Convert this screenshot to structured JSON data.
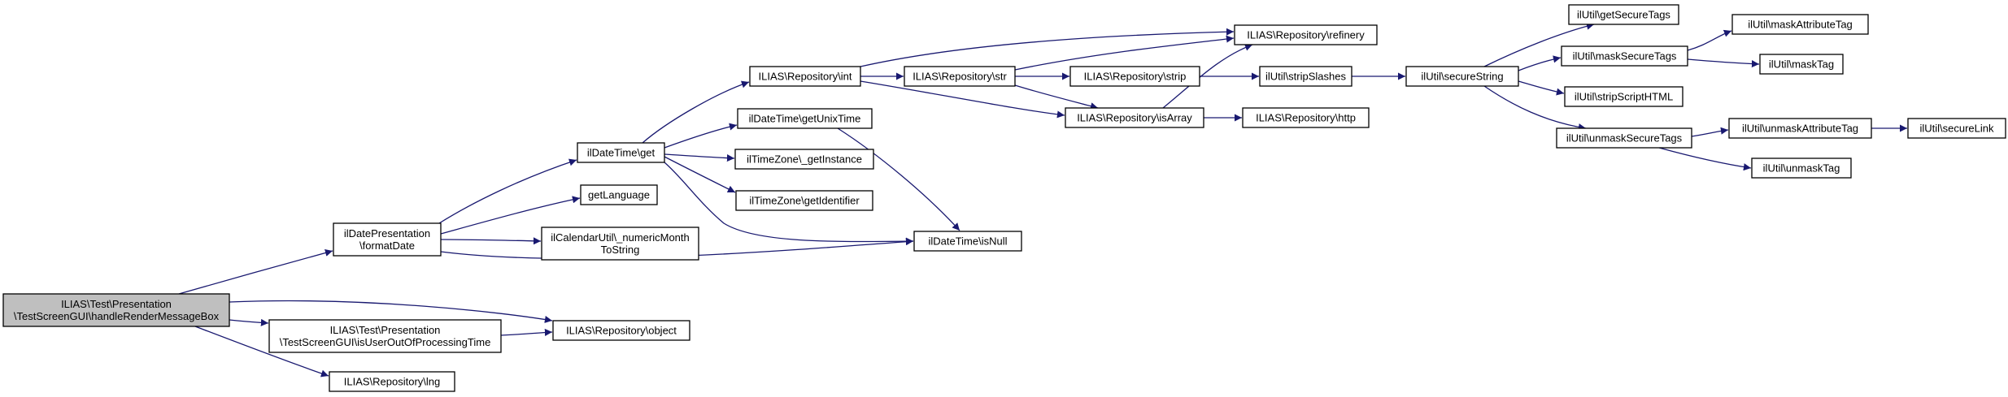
{
  "diagram": {
    "nodes": {
      "root": [
        "ILIAS\\Test\\Presentation",
        "\\TestScreenGUI\\handleRenderMessageBox"
      ],
      "format_date": [
        "ilDatePresentation",
        "\\formatDate"
      ],
      "is_user_out": [
        "ILIAS\\Test\\Presentation",
        "\\TestScreenGUI\\isUserOutOfProcessingTime"
      ],
      "lng": [
        "ILIAS\\Repository\\lng"
      ],
      "object": [
        "ILIAS\\Repository\\object"
      ],
      "dt_get": [
        "ilDateTime\\get"
      ],
      "get_language": [
        "getLanguage"
      ],
      "numeric_month": [
        "ilCalendarUtil\\_numericMonth",
        "ToString"
      ],
      "is_null": [
        "ilDateTime\\isNull"
      ],
      "repo_int": [
        "ILIAS\\Repository\\int"
      ],
      "get_unix_time": [
        "ilDateTime\\getUnixTime"
      ],
      "tz_get_instance": [
        "ilTimeZone\\_getInstance"
      ],
      "tz_get_identifier": [
        "ilTimeZone\\getIdentifier"
      ],
      "repo_str": [
        "ILIAS\\Repository\\str"
      ],
      "repo_refinery": [
        "ILIAS\\Repository\\refinery"
      ],
      "repo_is_array": [
        "ILIAS\\Repository\\isArray"
      ],
      "repo_strip": [
        "ILIAS\\Repository\\strip"
      ],
      "repo_http": [
        "ILIAS\\Repository\\http"
      ],
      "strip_slashes": [
        "ilUtil\\stripSlashes"
      ],
      "secure_string": [
        "ilUtil\\secureString"
      ],
      "get_secure_tags": [
        "ilUtil\\getSecureTags"
      ],
      "mask_secure_tags": [
        "ilUtil\\maskSecureTags"
      ],
      "strip_script_html": [
        "ilUtil\\stripScriptHTML"
      ],
      "unmask_secure_tags": [
        "ilUtil\\unmaskSecureTags"
      ],
      "mask_attribute_tag": [
        "ilUtil\\maskAttributeTag"
      ],
      "mask_tag": [
        "ilUtil\\maskTag"
      ],
      "unmask_attribute_tag": [
        "ilUtil\\unmaskAttributeTag"
      ],
      "unmask_tag": [
        "ilUtil\\unmaskTag"
      ],
      "secure_link": [
        "ilUtil\\secureLink"
      ]
    }
  }
}
